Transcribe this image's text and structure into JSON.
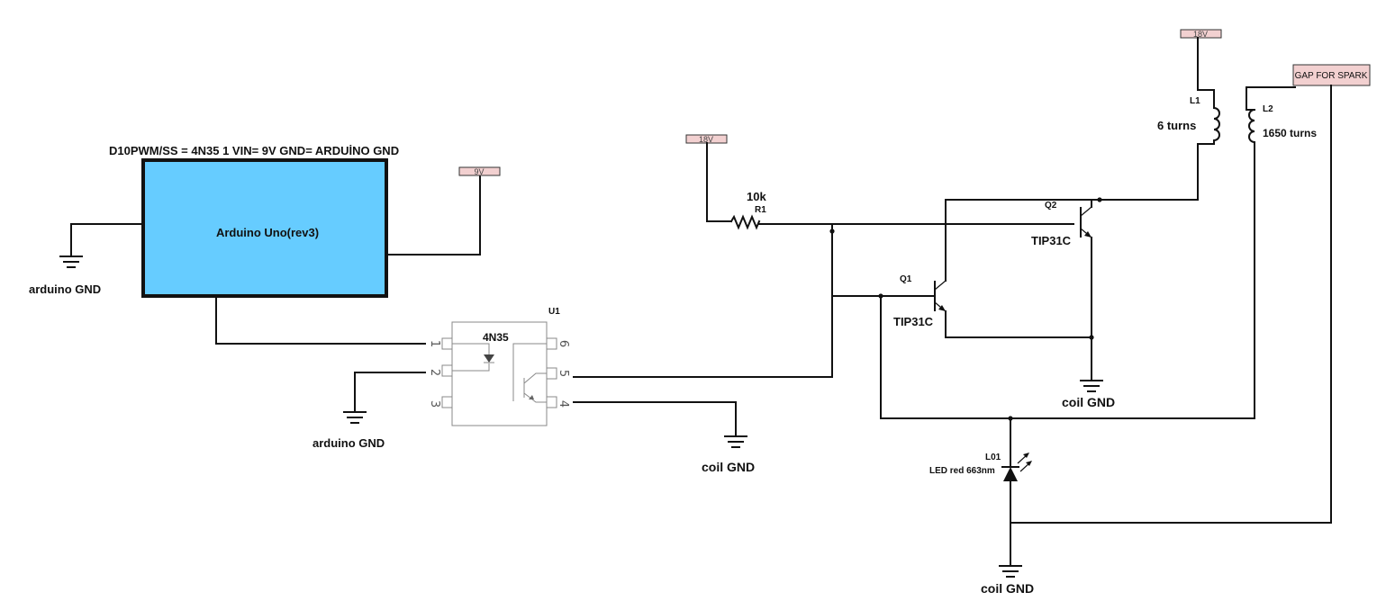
{
  "arduino": {
    "header": "D10PWM/SS = 4N35 1 VIN= 9V GND= ARDUİNO GND",
    "label": "Arduino Uno(rev3)",
    "fill": "#66ccff",
    "gnd_label": "arduino GND"
  },
  "power": {
    "v9": "9V",
    "v18_r1": "18V",
    "v18_l1": "18V",
    "fill": "#f2d0d0"
  },
  "optocoupler": {
    "ref": "U1",
    "part": "4N35",
    "pins": [
      "1",
      "2",
      "3",
      "4",
      "5",
      "6"
    ],
    "gnd_label_left": "arduino GND",
    "gnd_label_right": "coil GND"
  },
  "resistor": {
    "value": "10k",
    "ref": "R1"
  },
  "q1": {
    "ref": "Q1",
    "part": "TIP31C"
  },
  "q2": {
    "ref": "Q2",
    "part": "TIP31C"
  },
  "transistor_gnd_label": "coil GND",
  "l1": {
    "ref": "L1",
    "turns": "6 turns"
  },
  "l2": {
    "ref": "L2",
    "turns": "1650 turns"
  },
  "spark_gap": {
    "label": "GAP FOR SPARK"
  },
  "led": {
    "ref": "L01",
    "label": "LED red 663nm",
    "gnd_label": "coil GND"
  }
}
